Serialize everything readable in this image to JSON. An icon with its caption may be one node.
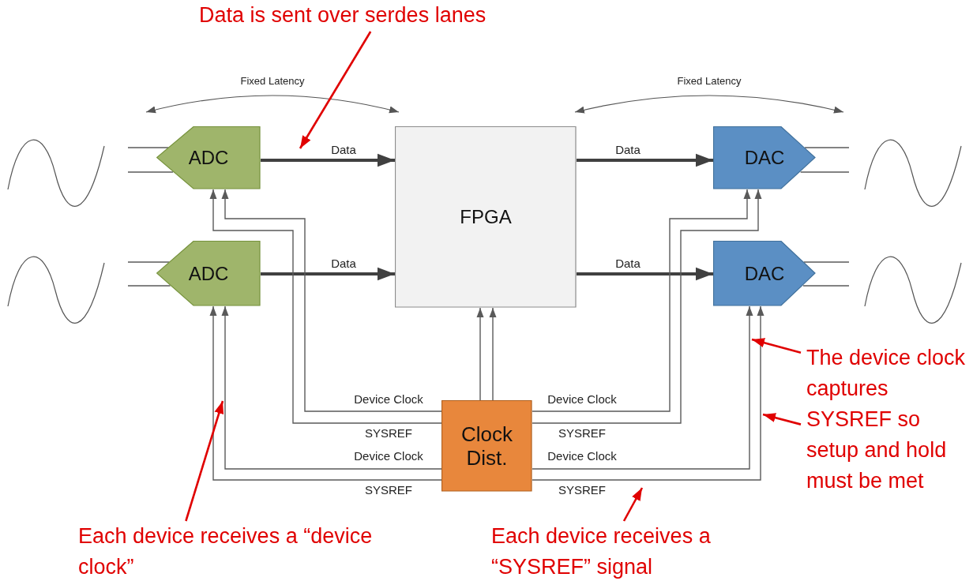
{
  "diagram": {
    "nodes": [
      {
        "text": [
          "Data is sent over serdes lanes"
        ]
      },
      {
        "text": [
          "ADC"
        ]
      },
      {
        "text": [
          "FPGA"
        ]
      },
      {
        "text": [
          "DAC"
        ]
      },
      {
        "text": [
          "ADC"
        ]
      },
      {
        "text": [
          "DAC"
        ]
      },
      {
        "text": [
          "Clock Dist."
        ]
      },
      {
        "text": [
          "The device clock captures SYSREF so setup and hold must be met"
        ]
      },
      {
        "text": [
          "Each device receives a “device clock”"
        ]
      },
      {
        "text": [
          "Each device receives a “SYSREF” signal"
        ]
      }
    ],
    "edges": [
      {
        "from": null,
        "to": 1,
        "arrow": "none"
      },
      {
        "from": null,
        "to": 1,
        "arrow": "none"
      },
      {
        "from": null,
        "to": 4,
        "arrow": "none"
      },
      {
        "from": null,
        "to": 4,
        "arrow": "none"
      },
      {
        "from": 1,
        "to": 2,
        "arrow": "to",
        "label": "Data",
        "style": "thick"
      },
      {
        "from": 4,
        "to": 2,
        "arrow": "to",
        "label": "Data",
        "style": "thick"
      },
      {
        "from": 2,
        "to": 3,
        "arrow": "to",
        "label": "Data",
        "style": "thick"
      },
      {
        "from": 2,
        "to": 5,
        "arrow": "to",
        "label": "Data",
        "style": "thick"
      },
      {
        "from": 3,
        "to": null,
        "arrow": "none"
      },
      {
        "from": 3,
        "to": null,
        "arrow": "none"
      },
      {
        "from": 5,
        "to": null,
        "arrow": "none"
      },
      {
        "from": 5,
        "to": null,
        "arrow": "none"
      },
      {
        "from": 6,
        "to": 2,
        "arrow": "to"
      },
      {
        "from": 6,
        "to": 2,
        "arrow": "to"
      },
      {
        "from": 6,
        "to": 1,
        "arrow": "to",
        "label": "Device Clock"
      },
      {
        "from": 6,
        "to": 1,
        "arrow": "to",
        "label": "SYSREF"
      },
      {
        "from": 6,
        "to": 4,
        "arrow": "to",
        "label": "Device Clock"
      },
      {
        "from": 6,
        "to": 4,
        "arrow": "to",
        "label": "SYSREF"
      },
      {
        "from": 6,
        "to": 3,
        "arrow": "to",
        "label": "Device Clock"
      },
      {
        "from": 6,
        "to": 3,
        "arrow": "to",
        "label": "SYSREF"
      },
      {
        "from": 6,
        "to": 5,
        "arrow": "to",
        "label": "Device Clock"
      },
      {
        "from": 6,
        "to": 5,
        "arrow": "to",
        "label": "SYSREF"
      },
      {
        "from": 0,
        "to": null,
        "arrow": "to",
        "color": "#e00000"
      },
      {
        "from": 7,
        "to": null,
        "arrow": "to",
        "color": "#e00000"
      },
      {
        "from": 7,
        "to": null,
        "arrow": "to",
        "color": "#e00000"
      },
      {
        "from": 8,
        "to": null,
        "arrow": "to",
        "color": "#e00000"
      },
      {
        "from": 9,
        "to": null,
        "arrow": "to",
        "color": "#e00000"
      }
    ],
    "labels": [
      "Fixed Latency",
      "Fixed Latency"
    ]
  }
}
